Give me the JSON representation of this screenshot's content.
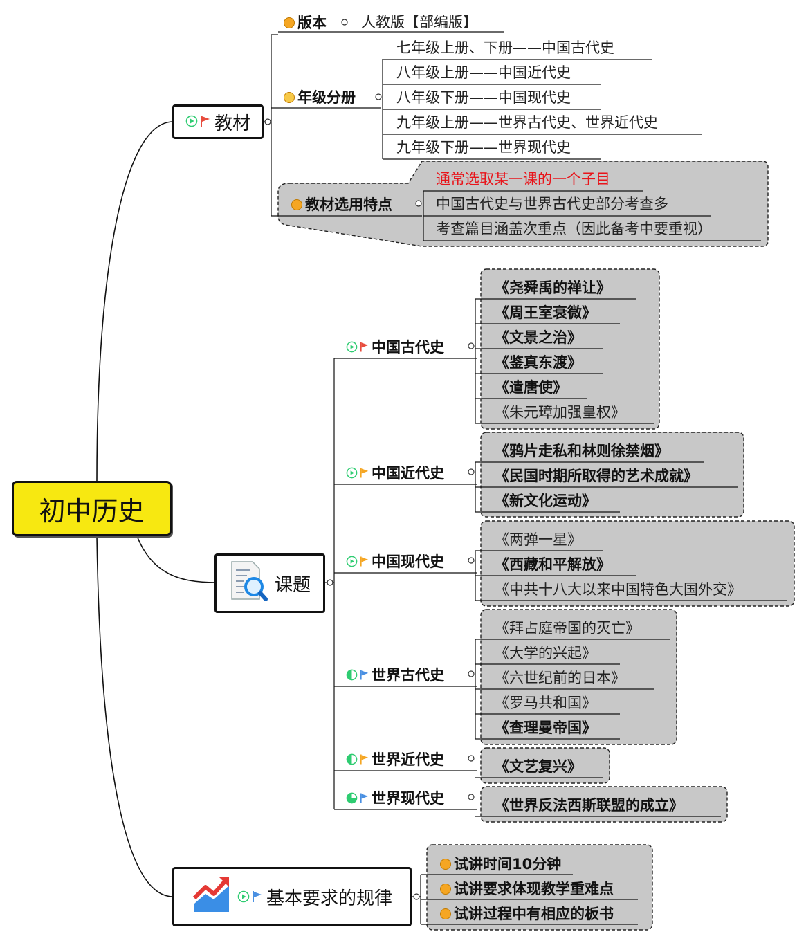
{
  "root": {
    "title": "初中历史"
  },
  "textbook": {
    "title": "教材",
    "edition": {
      "label": "版本",
      "value": "人教版【部编版】"
    },
    "grades": {
      "label": "年级分册",
      "items": [
        "七年级上册、下册——中国古代史",
        "八年级上册——中国近代史",
        "八年级下册——中国现代史",
        "九年级上册——世界古代史、世界近代史",
        "九年级下册——世界现代史"
      ]
    },
    "features": {
      "label": "教材选用特点",
      "items": [
        "通常选取某一课的一个子目",
        "中国古代史与世界古代史部分考查多",
        "考查篇目涵盖次重点（因此备考中要重视）"
      ]
    }
  },
  "topics": {
    "title": "课题",
    "groups": [
      {
        "label": "中国古代史",
        "items": [
          "《尧舜禹的禅让》",
          "《周王室衰微》",
          "《文景之治》",
          "《鉴真东渡》",
          "《遣唐使》",
          "《朱元璋加强皇权》"
        ]
      },
      {
        "label": "中国近代史",
        "items": [
          "《鸦片走私和林则徐禁烟》",
          "《民国时期所取得的艺术成就》",
          "《新文化运动》"
        ]
      },
      {
        "label": "中国现代史",
        "items": [
          "《两弹一星》",
          "《西藏和平解放》",
          "《中共十八大以来中国特色大国外交》"
        ]
      },
      {
        "label": "世界古代史",
        "items": [
          "《拜占庭帝国的灭亡》",
          "《大学的兴起》",
          "《六世纪前的日本》",
          "《罗马共和国》",
          "《查理曼帝国》"
        ]
      },
      {
        "label": "世界近代史",
        "items": [
          "《文艺复兴》"
        ]
      },
      {
        "label": "世界现代史",
        "items": [
          "《世界反法西斯联盟的成立》"
        ]
      }
    ]
  },
  "rules": {
    "title": "基本要求的规律",
    "items": [
      "试讲时间10分钟",
      "试讲要求体现教学重难点",
      "试讲过程中有相应的板书"
    ]
  },
  "colors": {
    "root_fill": "#f7e811",
    "callout_fill": "#c8c8c8",
    "highlight_text": "#e8151b",
    "flag_red": "#e84c3d",
    "flag_orange": "#f5a623",
    "flag_blue": "#4a90e2",
    "play_green": "#2ecc71"
  }
}
